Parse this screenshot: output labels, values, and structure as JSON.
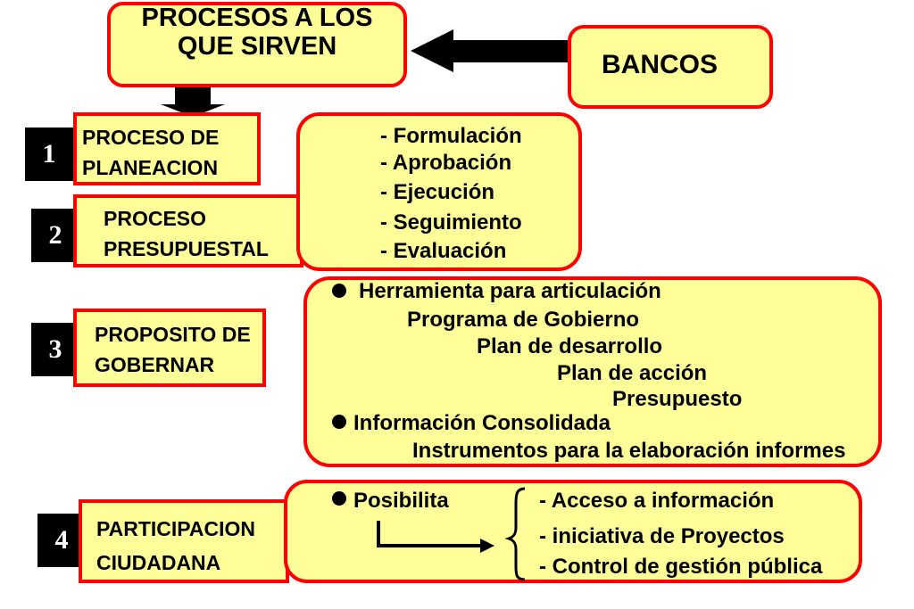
{
  "header": {
    "line1": "PROCESOS A LOS",
    "line2": "QUE SIRVEN"
  },
  "bancos": "BANCOS",
  "processes": [
    {
      "number": "1",
      "line1": "PROCESO DE",
      "line2": "PLANEACION"
    },
    {
      "number": "2",
      "line1": "PROCESO",
      "line2": "PRESUPUESTAL"
    },
    {
      "number": "3",
      "line1": "PROPOSITO DE",
      "line2": "GOBERNAR"
    },
    {
      "number": "4",
      "line1": "PARTICIPACION",
      "line2": "CIUDADANA"
    }
  ],
  "phases": [
    "- Formulación",
    "- Aprobación",
    "- Ejecución",
    "- Seguimiento",
    "- Evaluación"
  ],
  "articulation": {
    "title": "Herramienta para articulación",
    "steps": [
      "Programa de Gobierno",
      "Plan de desarrollo",
      "Plan de acción",
      "Presupuesto"
    ],
    "info": "Información Consolidada",
    "instruments": "Instrumentos para la elaboración informes"
  },
  "participation": {
    "lead": "Posibilita",
    "options": [
      "- Acceso a información",
      "- iniciativa de Proyectos",
      "- Control de gestión pública"
    ]
  },
  "colors": {
    "fill": "#ffff99",
    "border": "#ff0000",
    "badge": "#000000"
  }
}
